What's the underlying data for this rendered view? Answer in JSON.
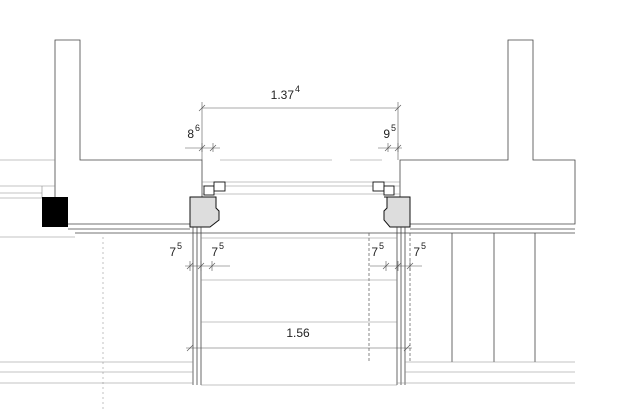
{
  "dimensions": {
    "top_span": {
      "value": "1.37",
      "sup": "4"
    },
    "left_frame": {
      "value": "8",
      "sup": "6"
    },
    "right_frame": {
      "value": "9",
      "sup": "5"
    },
    "left_a": {
      "value": "7",
      "sup": "5"
    },
    "left_b": {
      "value": "7",
      "sup": "5"
    },
    "right_a": {
      "value": "7",
      "sup": "5"
    },
    "right_b": {
      "value": "7",
      "sup": "5"
    },
    "bottom_span": {
      "value": "1.56"
    }
  },
  "colors": {
    "line": "#444444",
    "hatch": "#999999",
    "solid_block": "#000000"
  }
}
